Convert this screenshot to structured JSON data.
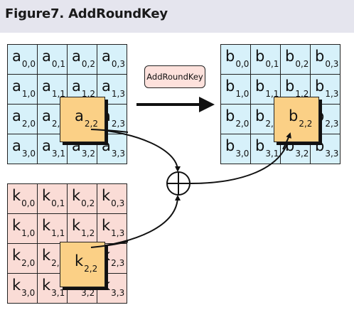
{
  "title": "Figure7. AddRoundKey",
  "operation_label": "AddRoundKey",
  "xor_symbol": "xor-circle-plus",
  "colors": {
    "state": "#d7f1fa",
    "key": "#fadcd6",
    "highlight": "#fbd086",
    "op_box": "#fde1dc",
    "title_bar": "#e5e5ee"
  },
  "input_state": {
    "letter": "a",
    "cells": [
      [
        "0,0",
        "0,1",
        "0,2",
        "0,3"
      ],
      [
        "1,0",
        "1,1",
        "1,2",
        "1,3"
      ],
      [
        "2,0",
        "2,",
        "2,2",
        "2,3"
      ],
      [
        "3,0",
        "3,1",
        "3,2",
        "3,3"
      ]
    ],
    "highlight": {
      "letter": "a",
      "sub": "2,2"
    }
  },
  "output_state": {
    "letter": "b",
    "cells": [
      [
        "0,0",
        "0,1",
        "0,2",
        "0,3"
      ],
      [
        "1,0",
        "1,1",
        "1,2",
        "1,3"
      ],
      [
        "2,0",
        "2,",
        "2,2",
        "2,3"
      ],
      [
        "3,0",
        "3,1",
        "3,2",
        "3,3"
      ]
    ],
    "highlight": {
      "letter": "b",
      "sub": "2,2"
    }
  },
  "round_key": {
    "letter": "k",
    "cells": [
      [
        "0,0",
        "0,1",
        "0,2",
        "0,3"
      ],
      [
        "1,0",
        "1,1",
        "1,2",
        "1,3"
      ],
      [
        "2,0",
        "2,",
        "2,2",
        "2,3"
      ],
      [
        "3,0",
        "3,1",
        "3,2",
        "3,3"
      ]
    ],
    "highlight": {
      "letter": "k",
      "sub": "2,2"
    }
  }
}
